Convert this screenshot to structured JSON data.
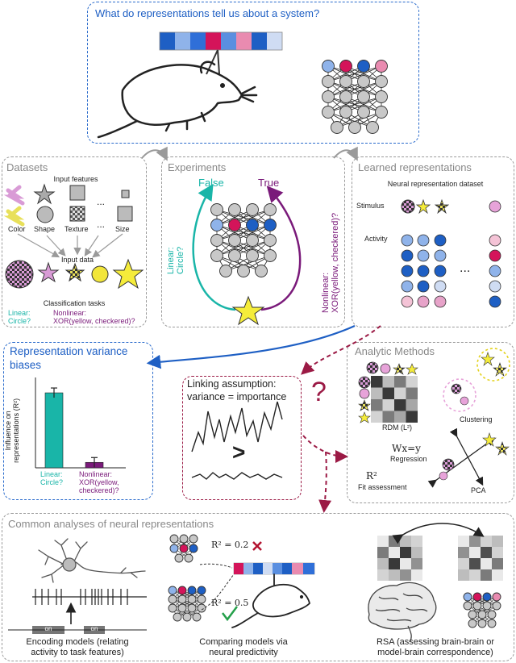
{
  "panels": {
    "top_title": "What do representations tell us about a system?",
    "datasets": {
      "title": "Datasets",
      "input_features": "Input features",
      "feature_labels": [
        "Color",
        "Shape",
        "Texture",
        "...",
        "Size"
      ],
      "input_data": "Input data",
      "tasks_title": "Classification tasks",
      "linear_task": "Linear:\nCircle?",
      "nonlinear_task": "Nonlinear:\nXOR(yellow, checkered)?"
    },
    "experiments": {
      "title": "Experiments",
      "false_label": "False",
      "true_label": "True",
      "linear_side": "Linear:\nCircle?",
      "nonlinear_side": "Nonlinear:\nXOR(yellow, checkered)?"
    },
    "learned": {
      "title": "Learned representations",
      "dataset_title": "Neural representation dataset",
      "stimulus": "Stimulus",
      "activity": "Activity",
      "dots": "..."
    },
    "variance": {
      "title_line1": "Representation variance",
      "title_line2": "biases",
      "ylabel": "Influence on\nrepresentations (R²)",
      "linear_tick": "Linear:\nCircle?",
      "nonlinear_tick": "Nonlinear:\nXOR(yellow,\ncheckered)?"
    },
    "linking": {
      "title_line1": "Linking assumption:",
      "title_line2": "variance = importance",
      "question": "?",
      "gt": ">"
    },
    "analytic": {
      "title": "Analytic Methods",
      "rdm": "RDM (L²)",
      "clustering": "Clustering",
      "regression_eq": "Wx=y",
      "regression": "Regression",
      "fit_eq": "R²",
      "fit": "Fit assessment",
      "pca": "PCA"
    },
    "common": {
      "title": "Common analyses of neural representations",
      "on1": "on",
      "on2": "on",
      "r2_low": "R² = 0.2",
      "r2_high": "R² = 0.5",
      "encoding": "Encoding models (relating\nactivity to task features)",
      "comparing": "Comparing models via\nneural predictivity",
      "rsa": "RSA (assessing brain-brain or\nmodel-brain correspondence)"
    }
  },
  "colors": {
    "blue": "#1e5fc4",
    "teal": "#19b5a8",
    "purple": "#7a1a7a",
    "magenta": "#d4145a",
    "dark_red": "#9b1a45",
    "gray": "#9a9a9a"
  },
  "chart_data": {
    "type": "bar",
    "categories": [
      "Linear: Circle?",
      "Nonlinear: XOR(yellow, checkered)?"
    ],
    "values": [
      0.83,
      0.06
    ],
    "ylabel": "Influence on representations (R²)",
    "colors": [
      "#19b5a8",
      "#7a1a7a"
    ]
  }
}
